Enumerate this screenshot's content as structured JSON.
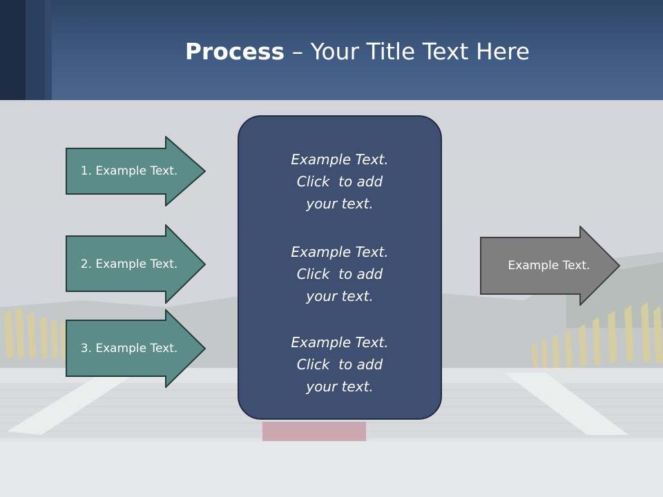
{
  "header": {
    "title_bold": "Process",
    "title_rest": " – Your Title Text Here"
  },
  "left_arrows": [
    {
      "label": "1. Example Text."
    },
    {
      "label": "2. Example Text."
    },
    {
      "label": "3. Example Text."
    }
  ],
  "center_panel": {
    "blocks": [
      {
        "line1": "Example Text.",
        "line2": "Click  to add",
        "line3": "your text."
      },
      {
        "line1": "Example Text.",
        "line2": "Click  to add",
        "line3": "your text."
      },
      {
        "line1": "Example Text.",
        "line2": "Click  to add",
        "line3": "your text."
      }
    ]
  },
  "right_arrow": {
    "label": "Example Text."
  },
  "colors": {
    "header": "#3f5a82",
    "left_arrow_fill": "#5b8c88",
    "right_arrow_fill": "#7f7f7f",
    "panel_fill": "#3e4f71"
  }
}
